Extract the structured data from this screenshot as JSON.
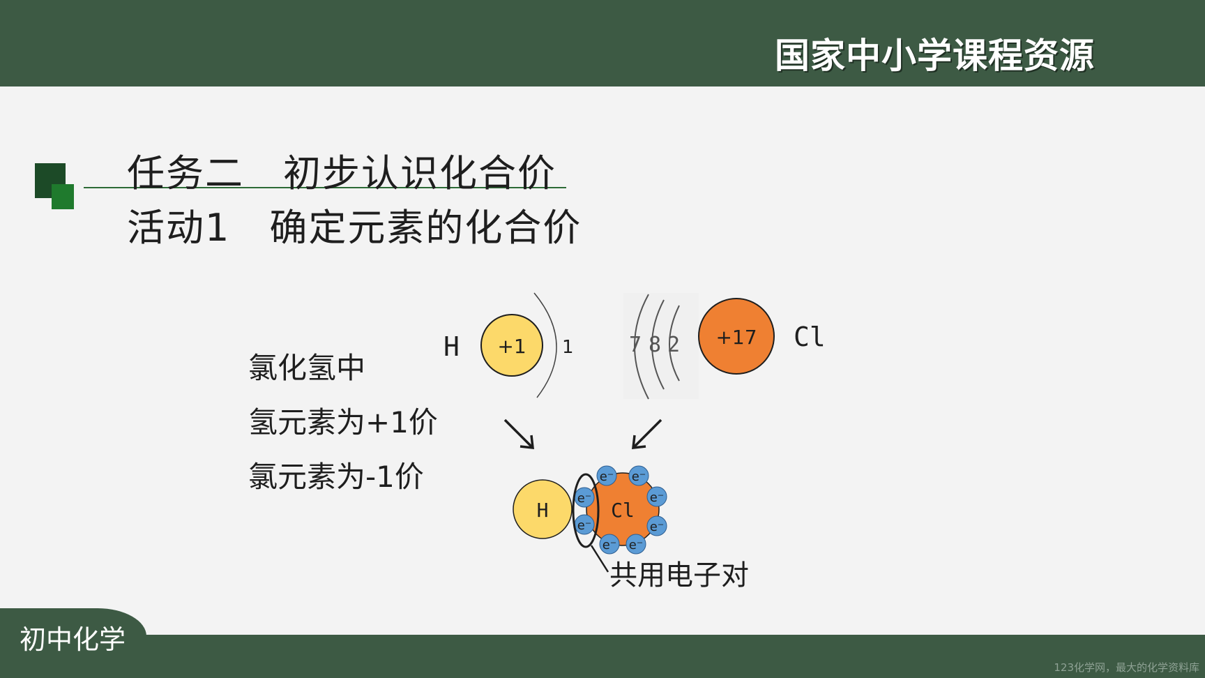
{
  "header": {
    "brand": "国家中小学课程资源"
  },
  "title": {
    "task": "任务二　初步认识化合价",
    "activity": "活动1　确定元素的化合价"
  },
  "body": {
    "line1": "氯化氢中",
    "line2": "氢元素为+1价",
    "line3": "氯元素为-1价"
  },
  "diagram": {
    "h_symbol": "H",
    "h_nucleus": "+1",
    "h_shell": "1",
    "cl_shell_1": "7",
    "cl_shell_2": "8",
    "cl_shell_3": "2",
    "cl_nucleus": "+17",
    "cl_symbol": "Cl",
    "bond_h": "H",
    "bond_cl": "Cl",
    "electron": "e⁻",
    "shared_pair_label": "共用电子对"
  },
  "colors": {
    "header": "#3d5a44",
    "h_atom": "#fcd96a",
    "cl_atom": "#ef8032",
    "electron": "#5b9bd5"
  },
  "footer": {
    "subject": "初中化学",
    "watermark": "123化学网，最大的化学资料库"
  }
}
